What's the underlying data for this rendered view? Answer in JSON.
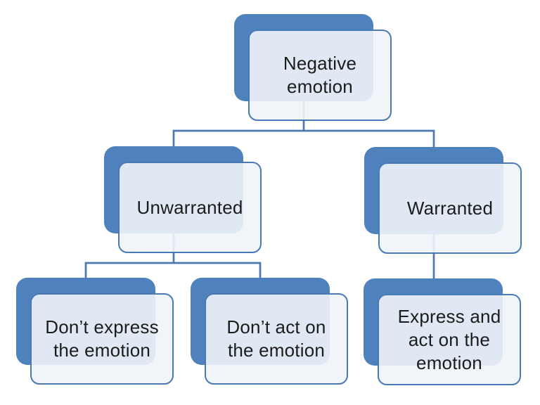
{
  "diagram": {
    "type": "hierarchy",
    "background_color": "#ffffff",
    "accent_color": "#4f81bd",
    "connector_color": "#4d79ae",
    "front_fill_color": "rgba(240,244,248,0.9)",
    "front_border_color": "#4a7ab6",
    "text_color": "#1c1c1c",
    "nodes": [
      {
        "id": "negative-emotion",
        "label": "Negative\nemotion",
        "level": 1,
        "parent": null
      },
      {
        "id": "unwarranted",
        "label": "Unwarranted",
        "level": 2,
        "parent": "negative-emotion"
      },
      {
        "id": "warranted",
        "label": "Warranted",
        "level": 2,
        "parent": "negative-emotion"
      },
      {
        "id": "dont-express",
        "label": "Don’t express\nthe emotion",
        "level": 3,
        "parent": "unwarranted"
      },
      {
        "id": "dont-act",
        "label": "Don’t act on\nthe emotion",
        "level": 3,
        "parent": "unwarranted"
      },
      {
        "id": "express-act",
        "label": "Express and\nact on the\nemotion",
        "level": 3,
        "parent": "warranted"
      }
    ],
    "edges": [
      {
        "from": "negative-emotion",
        "to": "unwarranted"
      },
      {
        "from": "negative-emotion",
        "to": "warranted"
      },
      {
        "from": "unwarranted",
        "to": "dont-express"
      },
      {
        "from": "unwarranted",
        "to": "dont-act"
      },
      {
        "from": "warranted",
        "to": "express-act"
      }
    ]
  }
}
